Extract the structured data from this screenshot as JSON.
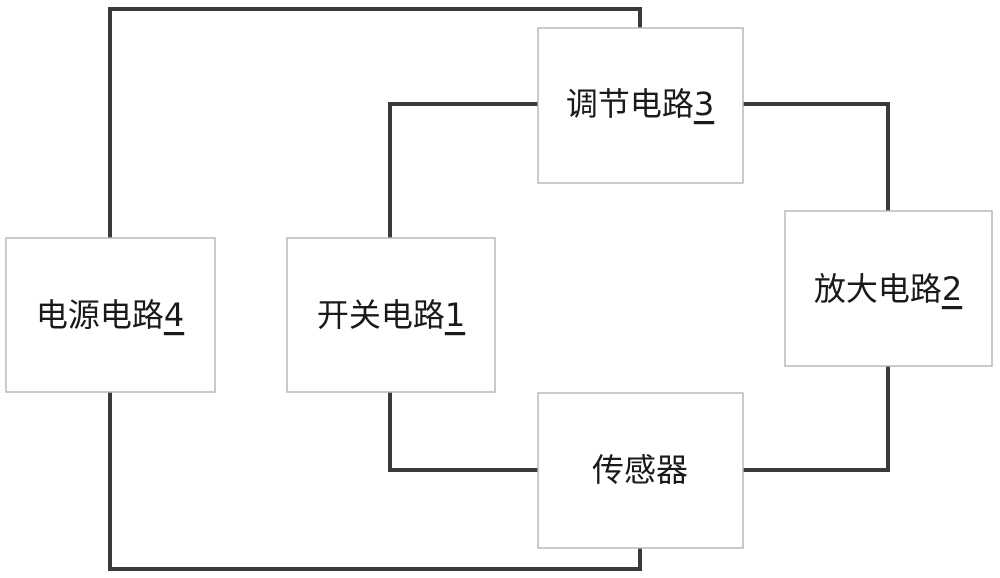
{
  "blocks": {
    "power": {
      "name": "电源电路",
      "number": "4"
    },
    "switch": {
      "name": "开关电路",
      "number": "1"
    },
    "regulator": {
      "name": "调节电路",
      "number": "3"
    },
    "amplifier": {
      "name": "放大电路",
      "number": "2"
    },
    "sensor": {
      "name": "传感器",
      "number": ""
    }
  },
  "colors": {
    "wire": "#3a3a3a",
    "box_border": "#b8b8b8",
    "text": "#1a1a1a"
  }
}
